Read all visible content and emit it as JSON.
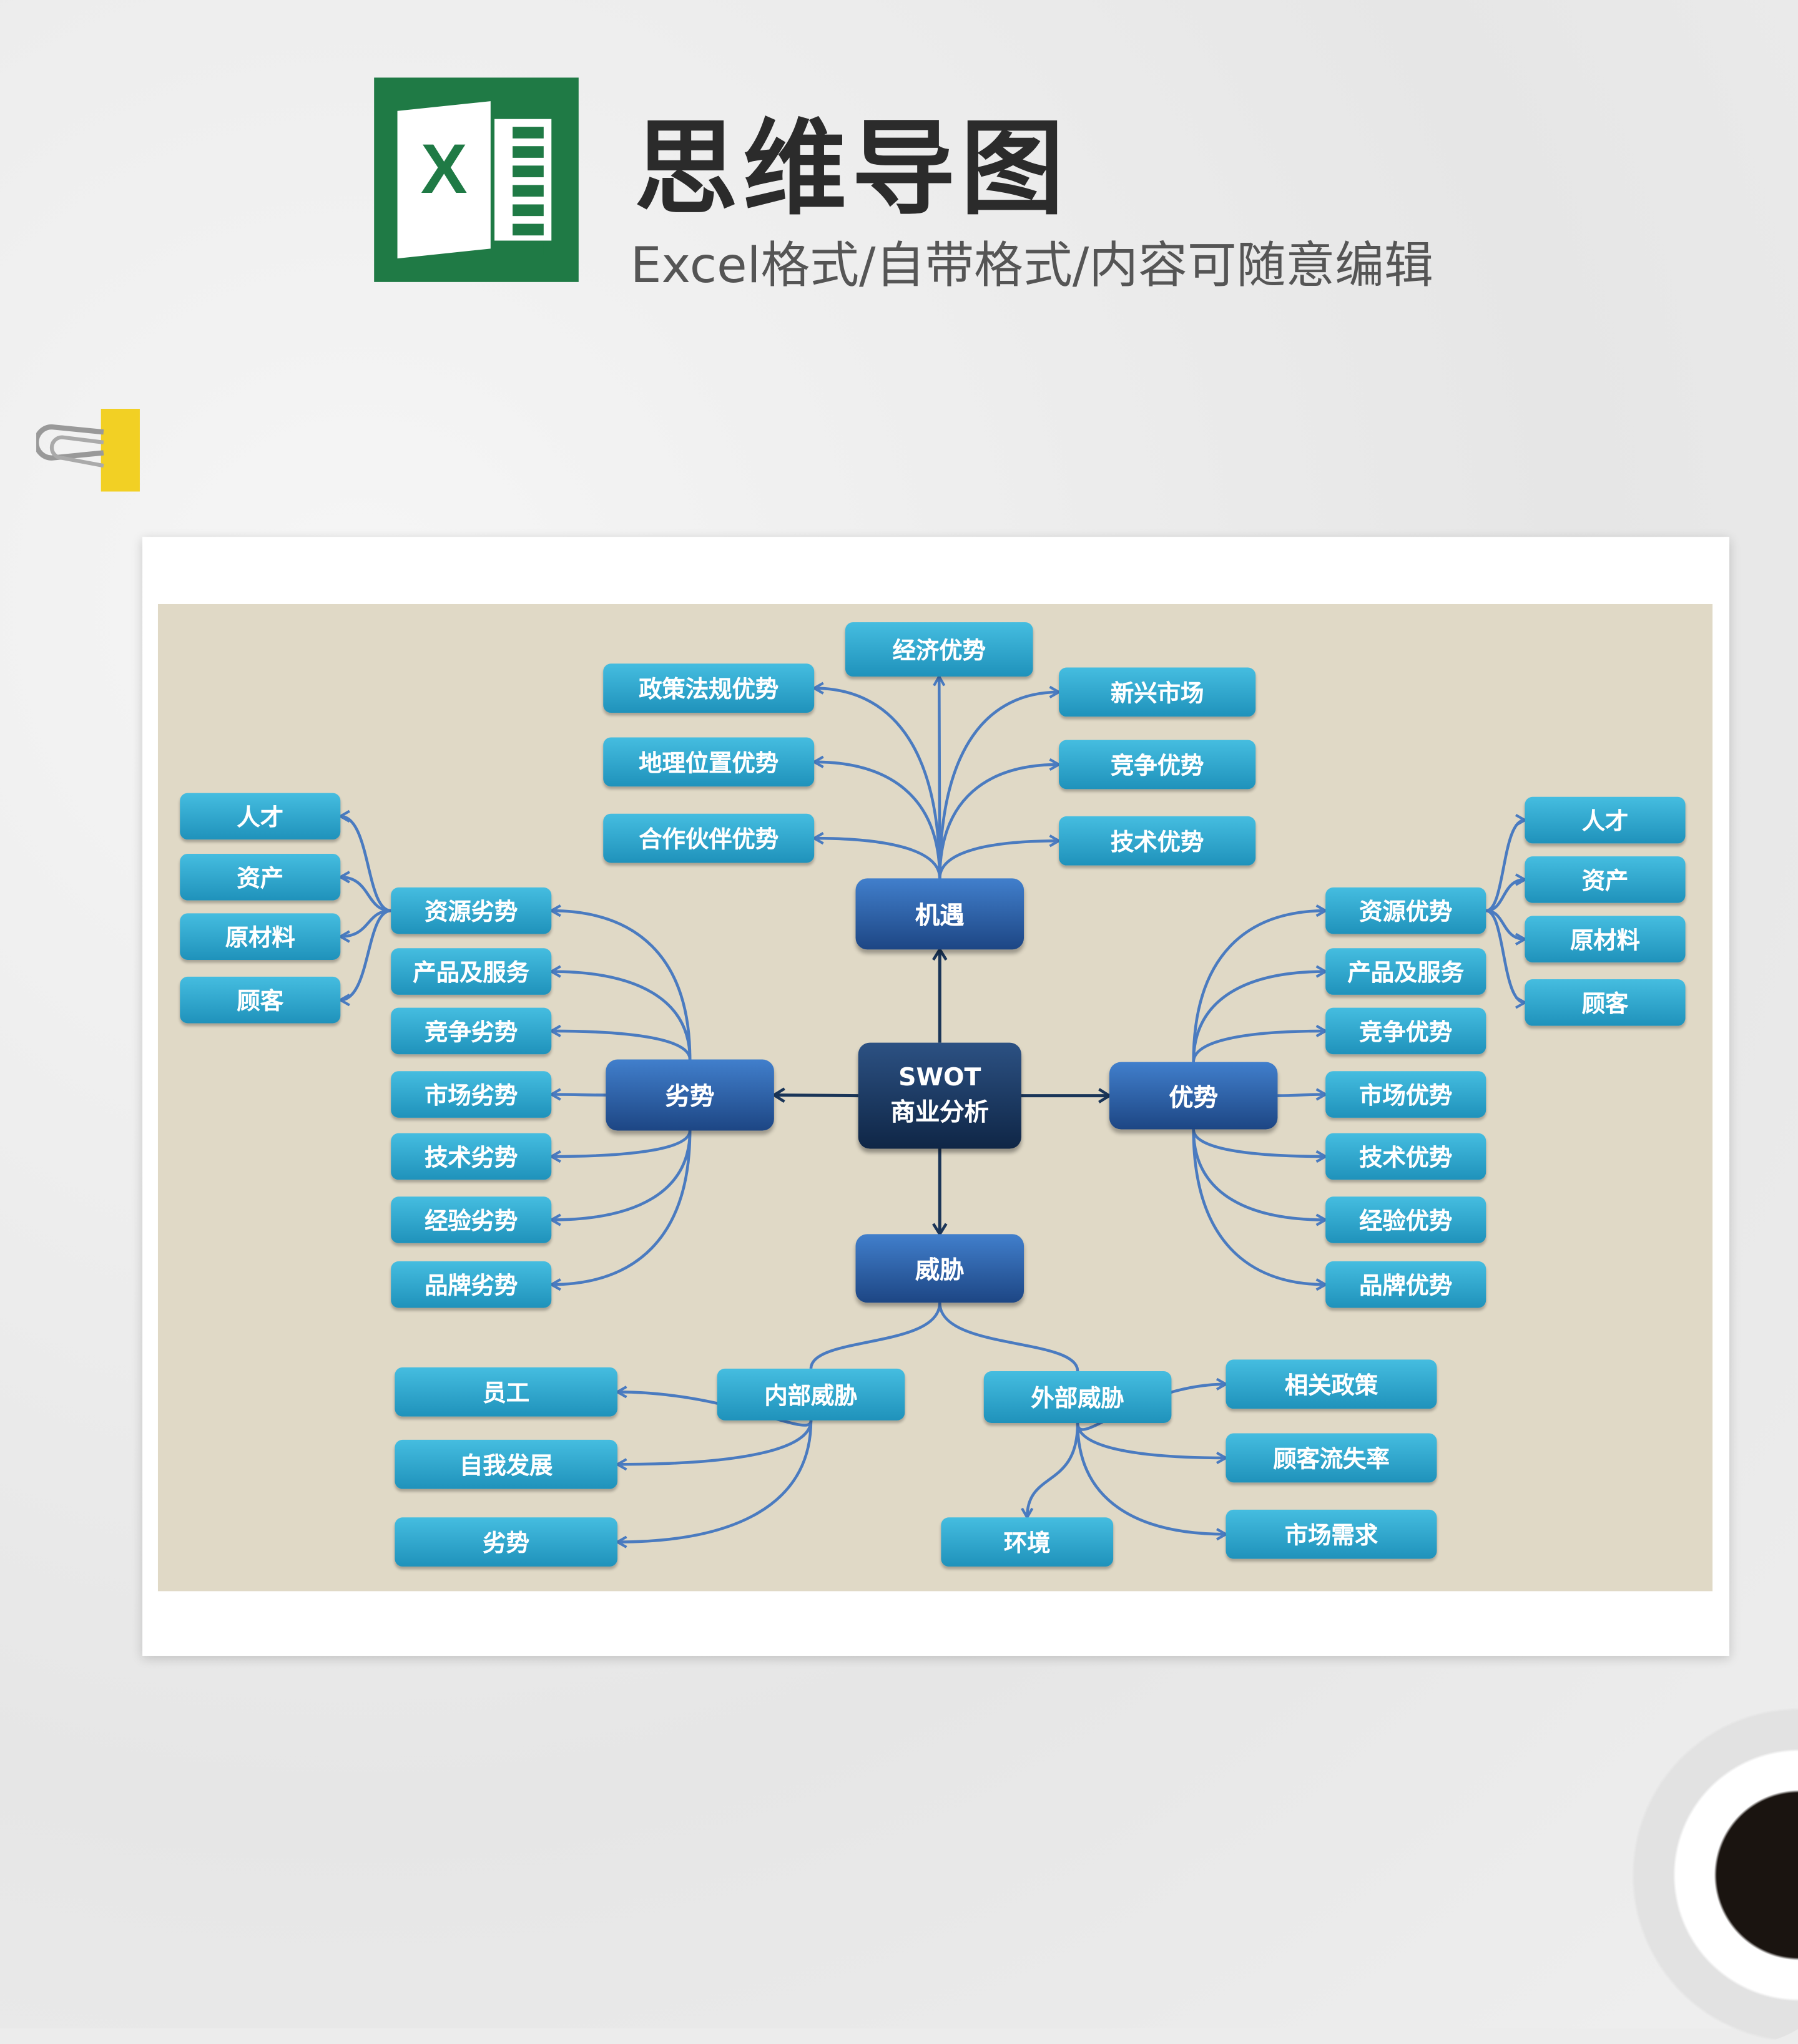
{
  "header": {
    "title": "思维导图",
    "subtitle": "Excel格式/自带格式/内容可随意编辑",
    "logo_letter": "X"
  },
  "center": {
    "line1": "SWOT",
    "line2": "商业分析"
  },
  "colors": {
    "node": "#2ba6cc",
    "main": "#2d62a8",
    "core": "#1a3558",
    "edge": "#4a7bc0",
    "canvas": "#e0d9c6",
    "logo": "#1f7a45"
  },
  "nodes": {
    "o": {
      "label": "机遇"
    },
    "w": {
      "label": "劣势"
    },
    "s": {
      "label": "优势"
    },
    "t": {
      "label": "威胁"
    },
    "o1": {
      "label": "经济优势"
    },
    "o2": {
      "label": "政策法规优势"
    },
    "o3": {
      "label": "地理位置优势"
    },
    "o4": {
      "label": "合作伙伴优势"
    },
    "o5": {
      "label": "新兴市场"
    },
    "o6": {
      "label": "竞争优势"
    },
    "o7": {
      "label": "技术优势"
    },
    "w1": {
      "label": "资源劣势"
    },
    "w2": {
      "label": "产品及服务"
    },
    "w3": {
      "label": "竞争劣势"
    },
    "w4": {
      "label": "市场劣势"
    },
    "w5": {
      "label": "技术劣势"
    },
    "w6": {
      "label": "经验劣势"
    },
    "w7": {
      "label": "品牌劣势"
    },
    "wr1": {
      "label": "人才"
    },
    "wr2": {
      "label": "资产"
    },
    "wr3": {
      "label": "原材料"
    },
    "wr4": {
      "label": "顾客"
    },
    "s1": {
      "label": "资源优势"
    },
    "s2": {
      "label": "产品及服务"
    },
    "s3": {
      "label": "竞争优势"
    },
    "s4": {
      "label": "市场优势"
    },
    "s5": {
      "label": "技术优势"
    },
    "s6": {
      "label": "经验优势"
    },
    "s7": {
      "label": "品牌优势"
    },
    "sr1": {
      "label": "人才"
    },
    "sr2": {
      "label": "资产"
    },
    "sr3": {
      "label": "原材料"
    },
    "sr4": {
      "label": "顾客"
    },
    "t1": {
      "label": "内部威胁"
    },
    "t2": {
      "label": "外部威胁"
    },
    "t11": {
      "label": "员工"
    },
    "t12": {
      "label": "自我发展"
    },
    "t13": {
      "label": "劣势"
    },
    "t21": {
      "label": "环境"
    },
    "t22": {
      "label": "相关政策"
    },
    "t23": {
      "label": "顾客流失率"
    },
    "t24": {
      "label": "市场需求"
    }
  },
  "edges": [
    [
      "c",
      "o"
    ],
    [
      "c",
      "w"
    ],
    [
      "c",
      "s"
    ],
    [
      "c",
      "t"
    ],
    [
      "o",
      "o1"
    ],
    [
      "o",
      "o2"
    ],
    [
      "o",
      "o3"
    ],
    [
      "o",
      "o4"
    ],
    [
      "o",
      "o5"
    ],
    [
      "o",
      "o6"
    ],
    [
      "o",
      "o7"
    ],
    [
      "w",
      "w1"
    ],
    [
      "w",
      "w2"
    ],
    [
      "w",
      "w3"
    ],
    [
      "w",
      "w4"
    ],
    [
      "w",
      "w5"
    ],
    [
      "w",
      "w6"
    ],
    [
      "w",
      "w7"
    ],
    [
      "w1",
      "wr1"
    ],
    [
      "w1",
      "wr2"
    ],
    [
      "w1",
      "wr3"
    ],
    [
      "w1",
      "wr4"
    ],
    [
      "s",
      "s1"
    ],
    [
      "s",
      "s2"
    ],
    [
      "s",
      "s3"
    ],
    [
      "s",
      "s4"
    ],
    [
      "s",
      "s5"
    ],
    [
      "s",
      "s6"
    ],
    [
      "s",
      "s7"
    ],
    [
      "s1",
      "sr1"
    ],
    [
      "s1",
      "sr2"
    ],
    [
      "s1",
      "sr3"
    ],
    [
      "s1",
      "sr4"
    ],
    [
      "t",
      "t1"
    ],
    [
      "t",
      "t2"
    ],
    [
      "t1",
      "t11"
    ],
    [
      "t1",
      "t12"
    ],
    [
      "t1",
      "t13"
    ],
    [
      "t2",
      "t21"
    ],
    [
      "t2",
      "t22"
    ],
    [
      "t2",
      "t23"
    ],
    [
      "t2",
      "t24"
    ]
  ]
}
